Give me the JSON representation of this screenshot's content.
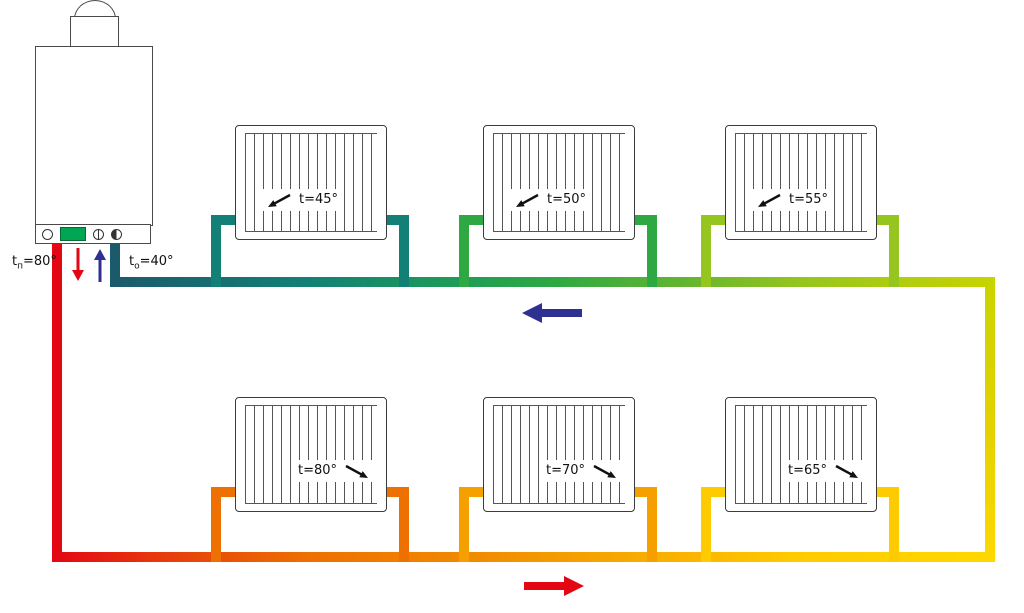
{
  "boiler": {
    "supply_label": {
      "base": "t",
      "sub": "п",
      "rest": "=80°"
    },
    "return_label": {
      "base": "t",
      "sub": "о",
      "rest": "=40°"
    }
  },
  "radiators": {
    "top": [
      {
        "label": "t=45°"
      },
      {
        "label": "t=50°"
      },
      {
        "label": "t=55°"
      }
    ],
    "bottom": [
      {
        "label": "t=80°"
      },
      {
        "label": "t=70°"
      },
      {
        "label": "t=65°"
      }
    ]
  },
  "colors": {
    "supply_hot": "#e30613",
    "return_cold": "#1b5a6b",
    "supply_flow_arrow": "#e30613",
    "return_flow_arrow": "#2e3192",
    "bottom_main_gradient": [
      "#e30613",
      "#ee6f00",
      "#f49c00",
      "#ffd800"
    ],
    "top_main_gradient": [
      "#1b5a6b",
      "#128076",
      "#2ea843",
      "#95c51e",
      "#c9d400"
    ]
  }
}
